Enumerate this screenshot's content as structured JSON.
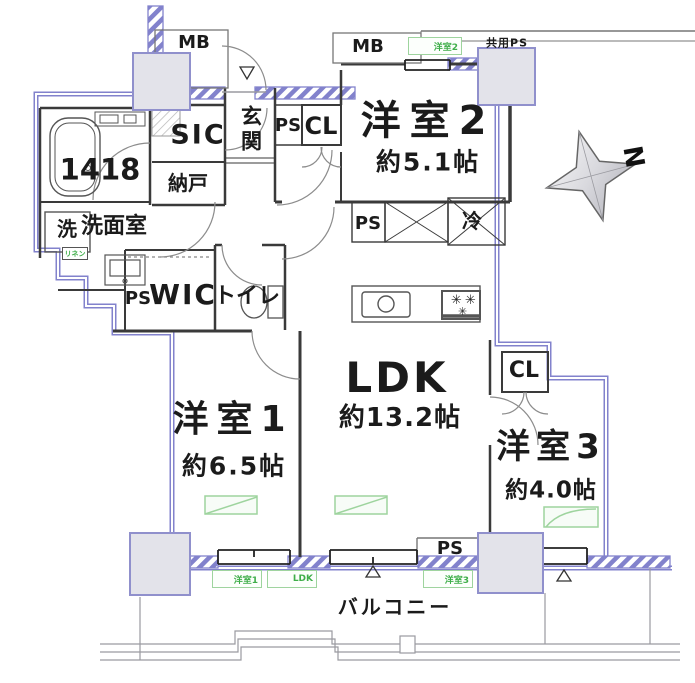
{
  "floorplan": {
    "rooms": {
      "yoshitsu2": {
        "name": "洋室2",
        "size": "約5.1帖"
      },
      "yoshitsu1": {
        "name": "洋室1",
        "size": "約6.5帖"
      },
      "yoshitsu3": {
        "name": "洋室3",
        "size": "約4.0帖"
      },
      "ldk": {
        "name": "LDK",
        "size": "約13.2帖"
      },
      "genkan": "玄関",
      "wic": "WIC",
      "toilet": "トイレ",
      "sic": "SIC",
      "nando": "納戸",
      "washer": "洗",
      "senmenshitsu": "洗面室",
      "bath_size": "1418",
      "balcony": "バルコニー"
    },
    "labels": {
      "mb_left": "MB",
      "mb_top": "MB",
      "kyoyo_ps": "共用PS",
      "cl_entry": "CL",
      "cl_room3": "CL",
      "ps_entry": "PS",
      "ps_wic": "PS",
      "ps_kitchen": "PS",
      "ps_bottom": "PS",
      "rei": "冷",
      "linen": "リネン",
      "north": "N"
    },
    "tags": {
      "top": "洋室2",
      "bottom_left": "洋室1",
      "bottom_mid": "LDK",
      "bottom_right": "洋室3"
    },
    "colors": {
      "outline_blue": "#8282cc",
      "wall": "#3a3a3a",
      "green": "#3fae4a",
      "green_border": "#9ed49e",
      "pillar_fill": "#e3e3ea",
      "rail_gray": "#9a9aa0"
    }
  }
}
